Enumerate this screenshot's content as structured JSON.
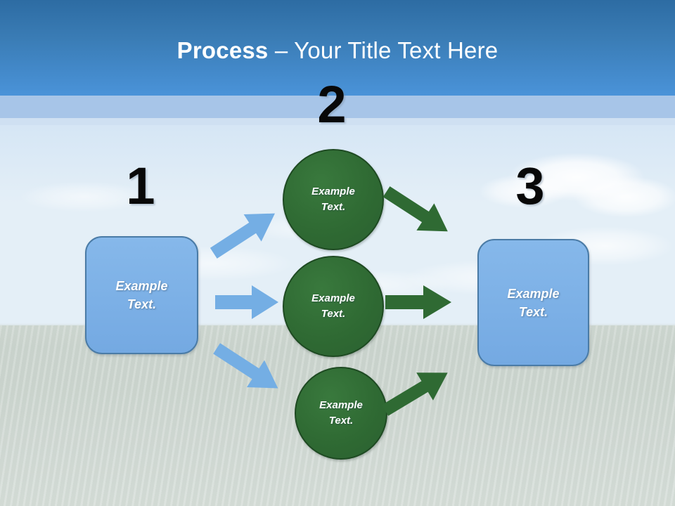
{
  "slide": {
    "title_bold": "Process",
    "title_rest": " – Your Title Text Here"
  },
  "steps": [
    {
      "number": "1",
      "label": "Example\nText."
    },
    {
      "number": "2",
      "label": "Example\nText."
    },
    {
      "number": "3",
      "label": "Example\nText."
    }
  ],
  "branches": [
    {
      "label": "Example\nText."
    },
    {
      "label": "Example\nText."
    },
    {
      "label": "Example\nText."
    }
  ],
  "colors": {
    "header_top": "#2d6ca3",
    "header_bottom": "#4a93d9",
    "header_stripe": "#a7c5e8",
    "box_fill": "#7cb0e6",
    "box_border": "#4a7ba6",
    "circle_fill": "#2f6a33",
    "circle_border": "#1e4a22",
    "arrow_blue": "#74aee4",
    "arrow_green": "#2f6a33",
    "number_text": "#080808",
    "shape_text": "#ffffff"
  },
  "icons": {
    "arrow_in_up": "arrow-up-right-icon",
    "arrow_in_straight": "arrow-right-icon",
    "arrow_in_down": "arrow-down-right-icon",
    "arrow_out_down": "arrow-down-right-icon",
    "arrow_out_straight": "arrow-right-icon",
    "arrow_out_up": "arrow-up-right-icon"
  }
}
